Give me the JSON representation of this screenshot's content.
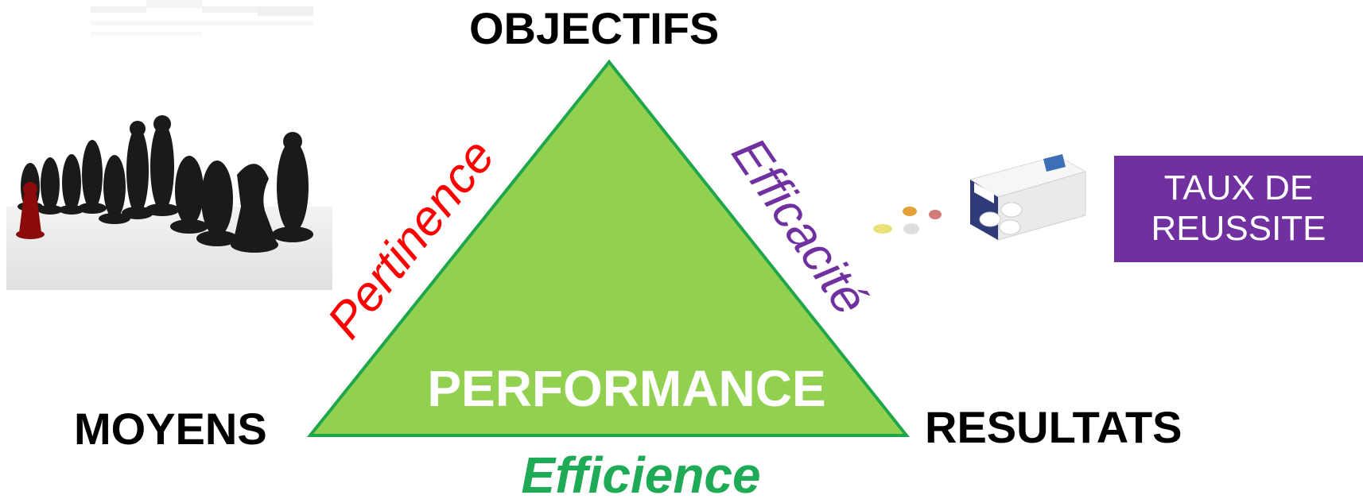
{
  "diagram": {
    "top_label": "OBJECTIFS",
    "left_label": "MOYENS",
    "right_label": "RESULTATS",
    "center_label": "PERFORMANCE",
    "left_edge_label": "Pertinence",
    "right_edge_label": "Efficacité",
    "bottom_edge_label": "Efficience"
  },
  "box": {
    "line1": "TAUX DE",
    "line2": "REUSSITE"
  },
  "colors": {
    "triangle_fill": "#92d050",
    "triangle_stroke": "#1fa64a",
    "pertinence": "#ff0000",
    "efficacite": "#7030a0",
    "efficience": "#1faa55",
    "box_bg": "#7030a0"
  },
  "images": {
    "left": "chess-pieces-image",
    "right": "pills-box-image"
  }
}
